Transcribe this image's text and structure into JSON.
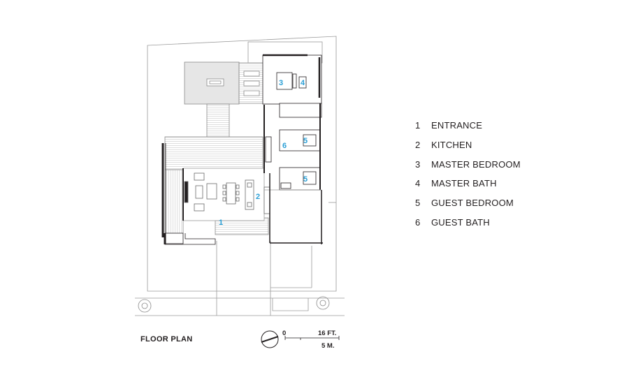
{
  "legend": [
    {
      "num": "1",
      "label": "ENTRANCE"
    },
    {
      "num": "2",
      "label": "KITCHEN"
    },
    {
      "num": "3",
      "label": "MASTER BEDROOM"
    },
    {
      "num": "4",
      "label": "MASTER BATH"
    },
    {
      "num": "5",
      "label": "GUEST BEDROOM"
    },
    {
      "num": "6",
      "label": "GUEST BATH"
    }
  ],
  "plan_labels": {
    "entrance": "1",
    "kitchen": "2",
    "master_bedroom": "3",
    "master_bath": "4",
    "guest_bedroom_a": "5",
    "guest_bedroom_b": "5",
    "guest_bath": "6"
  },
  "scale": {
    "zero": "0",
    "feet": "16 FT.",
    "meters": "5 M."
  },
  "caption": "FLOOR PLAN",
  "colors": {
    "line": "#231f20",
    "accent": "#2a9fd6",
    "deck": "#cfcfcf"
  }
}
